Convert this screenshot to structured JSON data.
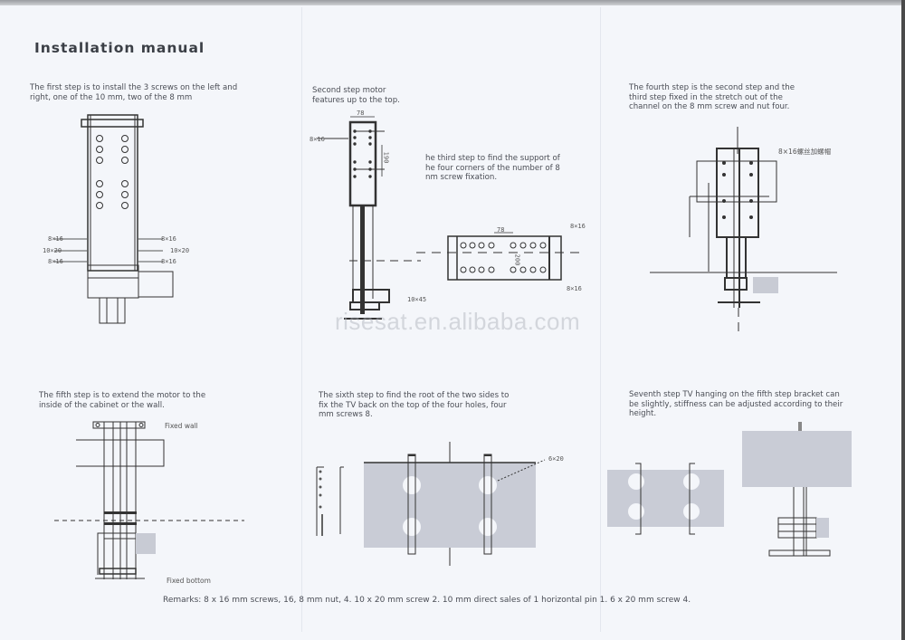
{
  "document": {
    "title": "Installation manual",
    "watermark": "risesat.en.alibaba.com",
    "steps": [
      {
        "id": 1,
        "text_line1": "The first step is to install the 3 screws on the left and",
        "text_line2": "right, one of the 10 mm, two of the 8 mm",
        "labels": {
          "left": [
            "8×16",
            "10×20",
            "8×16"
          ],
          "right": [
            "8×16",
            "10×20",
            "8×16"
          ]
        }
      },
      {
        "id": 2,
        "text_line1": "Second step motor",
        "text_line2": "features up to the top.",
        "labels": {
          "width": "78",
          "screw": "8×16",
          "height": "190",
          "bolt": "10×45"
        }
      },
      {
        "id": 3,
        "text_line1": "he third step to find the support of",
        "text_line2": "he four corners of the number of 8",
        "text_line3": "nm screw fixation.",
        "labels": {
          "width": "78",
          "height": "200",
          "top": "8×16",
          "bottom": "8×16"
        }
      },
      {
        "id": 4,
        "text_line1": "The fourth step is the second step and the",
        "text_line2": "third step fixed in the stretch out of the",
        "text_line3": "channel on the 8 mm screw and nut four.",
        "labels": {
          "screw": "8×16螺丝加螺帽"
        }
      },
      {
        "id": 5,
        "text_line1": "The fifth step is to extend the motor to the",
        "text_line2": "inside of the cabinet or the wall.",
        "labels": {
          "top": "Fixed wall",
          "bottom": "Fixed bottom"
        }
      },
      {
        "id": 6,
        "text_line1": "The sixth step to find the root of the two sides to",
        "text_line2": "fix the TV back on the top of the four holes, four",
        "text_line3": "mm screws 8.",
        "labels": {
          "screw": "6×20"
        }
      },
      {
        "id": 7,
        "text_line1": "Seventh step TV hanging on the fifth step bracket can",
        "text_line2": "be slightly, stiffness can be adjusted according to their",
        "text_line3": "height."
      }
    ],
    "remarks": "Remarks: 8 x 16 mm screws, 16, 8 mm nut, 4. 10 x 20 mm screw 2. 10 mm direct sales of 1 horizontal pin 1. 6 x 20 mm screw 4.",
    "colors": {
      "paper": "#f4f6fa",
      "ink": "#333333",
      "panel_fill": "#c9ccd6",
      "text": "#4a4d55"
    }
  }
}
